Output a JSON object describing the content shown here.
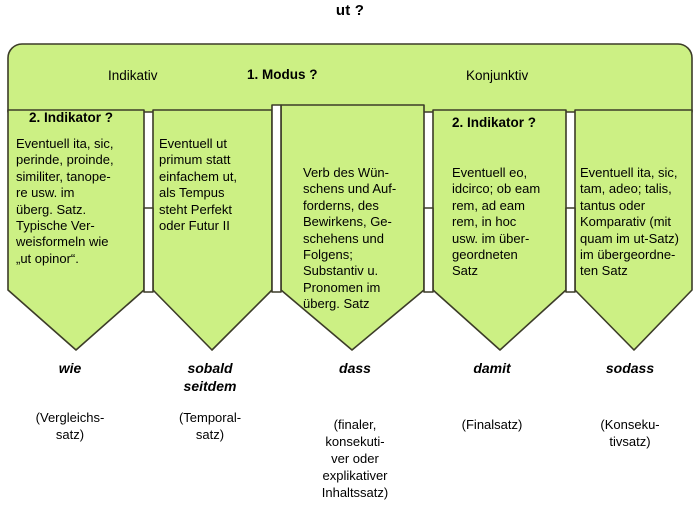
{
  "title": "ut ?",
  "colors": {
    "fill": "#CCF084",
    "stroke": "#3C3C28",
    "text": "#000000",
    "background": "#FFFFFF"
  },
  "headers": {
    "indikativ": "Indikativ",
    "modus": "1. Modus ?",
    "konjunktiv": "Konjunktiv",
    "indikator_left": "2. Indikator ?",
    "indikator_right": "2. Indikator ?"
  },
  "columns": [
    {
      "body": "Eventuell ita, sic, perinde, proinde, similiter, tanope-\nre usw. im\nüberg. Satz.\nTypische Ver-\nweisformeln wie\n„ut opinor“.",
      "conjunction": "wie",
      "clause_type": "(Vergleichs-\nsatz)"
    },
    {
      "body": "Eventuell ut\nprimum statt\neinfachem ut,\nals Tempus\nsteht Perfekt\noder Futur II",
      "conjunction": "sobald\nseitdem",
      "clause_type": "(Temporal-\nsatz)"
    },
    {
      "body": "Verb des Wün-\nschens und Auf-\nforderns, des\nBewirkens, Ge-\nschehens und\nFolgens;\nSubstantiv u.\nPronomen im\nüberg. Satz",
      "conjunction": "dass",
      "clause_type": "(finaler,\nkonsekuti-\nver oder\nexplikativer\nInhaltssatz)"
    },
    {
      "body": "Eventuell eo,\nidcirco; ob eam\nrem, ad eam\nrem, in hoc\nusw. im über-\ngeordneten\nSatz",
      "conjunction": "damit",
      "clause_type": "(Finalsatz)"
    },
    {
      "body": "Eventuell ita, sic,\ntam, adeo; talis,\ntantus oder\nKomparativ (mit\nquam im ut-Satz)\nim übergeordne-\nten Satz",
      "conjunction": "sodass",
      "clause_type": "(Konseku-\ntivsatz)"
    }
  ]
}
